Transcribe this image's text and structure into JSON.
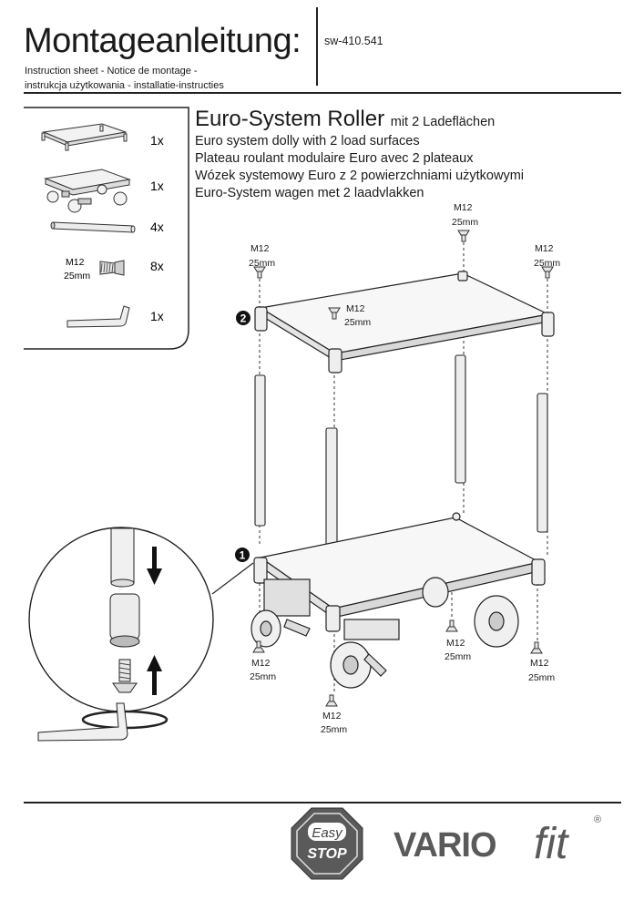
{
  "header": {
    "title": "Montageanleitung:",
    "article_number": "sw-410.541",
    "subtitle_line1": "Instruction sheet - Notice de montage  -",
    "subtitle_line2": "instrukcja użytkowania - installatie-instructies"
  },
  "product": {
    "name": "Euro-System Roller",
    "name_suffix": "mit 2 Ladeflächen",
    "translations": [
      "Euro system dolly with 2 load surfaces",
      "Plateau roulant modulaire Euro avec 2 plateaux",
      "Wózek systemowy Euro z 2 powierzchniami użytkowymi",
      "Euro-System wagen met 2 laadvlakken"
    ]
  },
  "parts": [
    {
      "qty": "1x",
      "icon": "plate-icon"
    },
    {
      "qty": "1x",
      "icon": "dolly-icon"
    },
    {
      "qty": "4x",
      "icon": "tube-icon"
    },
    {
      "qty": "8x",
      "icon": "screw-icon",
      "spec_line1": "M12",
      "spec_line2": "25mm"
    },
    {
      "qty": "1x",
      "icon": "hex-key-icon"
    }
  ],
  "screw_label": {
    "size": "M12",
    "length": "25mm"
  },
  "steps": {
    "step1": "1",
    "step2": "2"
  },
  "footer": {
    "easystop_line1": "Easy",
    "easystop_line2": "STOP",
    "brand_main": "VARIO",
    "brand_script": "fit",
    "brand_mark": "®"
  },
  "colors": {
    "line": "#1a1a1a",
    "logo_gray": "#5a5a5a",
    "part_fill": "#f2f2f2"
  }
}
